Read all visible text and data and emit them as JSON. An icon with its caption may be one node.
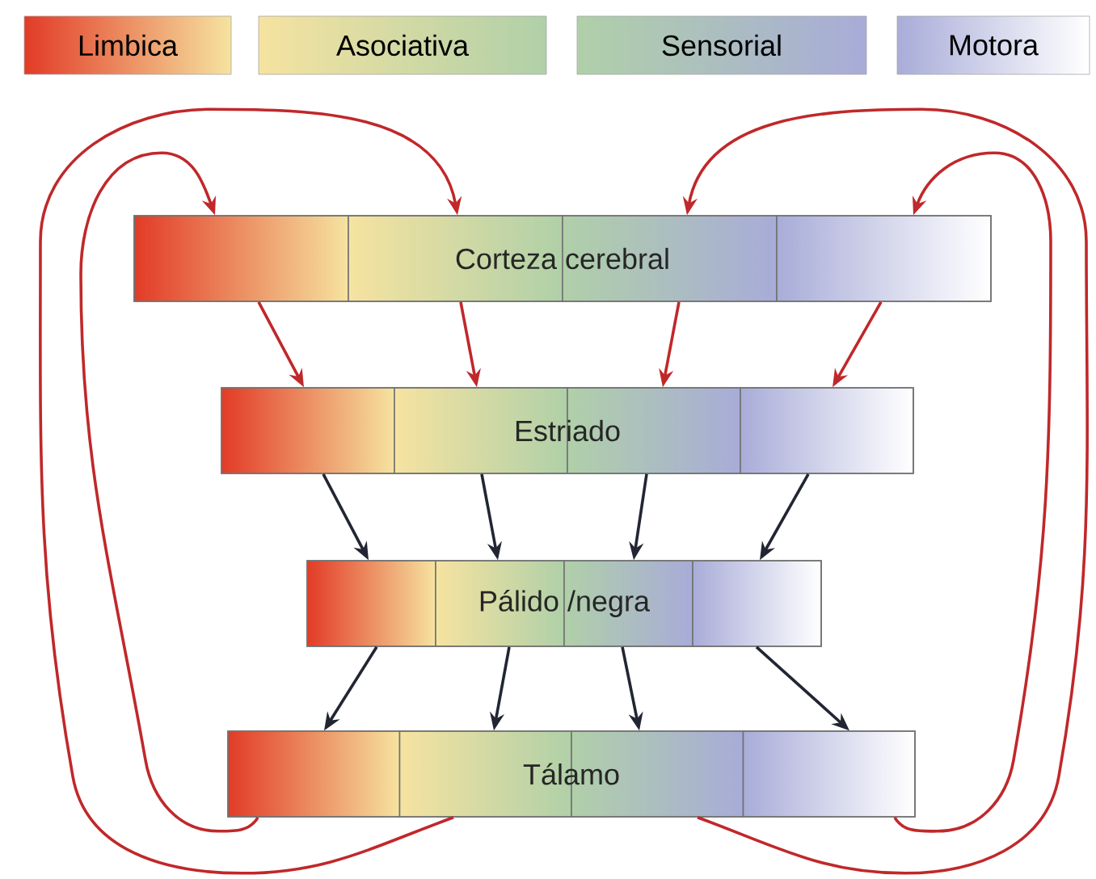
{
  "diagram": {
    "nodes": [
      {
        "text": [
          "Corteza cerebral"
        ]
      },
      {
        "text": [
          "Estriado"
        ]
      },
      {
        "text": [
          "Pálido /negra"
        ]
      },
      {
        "text": [
          "Tálamo"
        ]
      }
    ],
    "edges": [
      {
        "from": 0,
        "to": 1,
        "arrow": "to",
        "color": "#c0282a"
      },
      {
        "from": 0,
        "to": 1,
        "arrow": "to",
        "color": "#c0282a"
      },
      {
        "from": 0,
        "to": 1,
        "arrow": "to",
        "color": "#c0282a"
      },
      {
        "from": 0,
        "to": 1,
        "arrow": "to",
        "color": "#c0282a"
      },
      {
        "from": 1,
        "to": 2,
        "arrow": "to",
        "color": "#222633"
      },
      {
        "from": 1,
        "to": 2,
        "arrow": "to",
        "color": "#222633"
      },
      {
        "from": 1,
        "to": 2,
        "arrow": "to",
        "color": "#222633"
      },
      {
        "from": 1,
        "to": 2,
        "arrow": "to",
        "color": "#222633"
      },
      {
        "from": 2,
        "to": 3,
        "arrow": "to",
        "color": "#222633"
      },
      {
        "from": 2,
        "to": 3,
        "arrow": "to",
        "color": "#222633"
      },
      {
        "from": 2,
        "to": 3,
        "arrow": "to",
        "color": "#222633"
      },
      {
        "from": 2,
        "to": 3,
        "arrow": "to",
        "color": "#222633"
      },
      {
        "from": 3,
        "to": 0,
        "arrow": "to",
        "color": "#c0282a"
      },
      {
        "from": 3,
        "to": 0,
        "arrow": "to",
        "color": "#c0282a"
      },
      {
        "from": 3,
        "to": 0,
        "arrow": "to",
        "color": "#c0282a"
      },
      {
        "from": 3,
        "to": 0,
        "arrow": "to",
        "color": "#c0282a"
      }
    ],
    "legend": [
      {
        "text": "Limbica",
        "color": "#e23b26"
      },
      {
        "text": "Asociativa",
        "color": "#f6e3a0"
      },
      {
        "text": "Sensorial",
        "color": "#b0d0a8"
      },
      {
        "text": "Motora",
        "color": "#a8acd8"
      }
    ]
  }
}
